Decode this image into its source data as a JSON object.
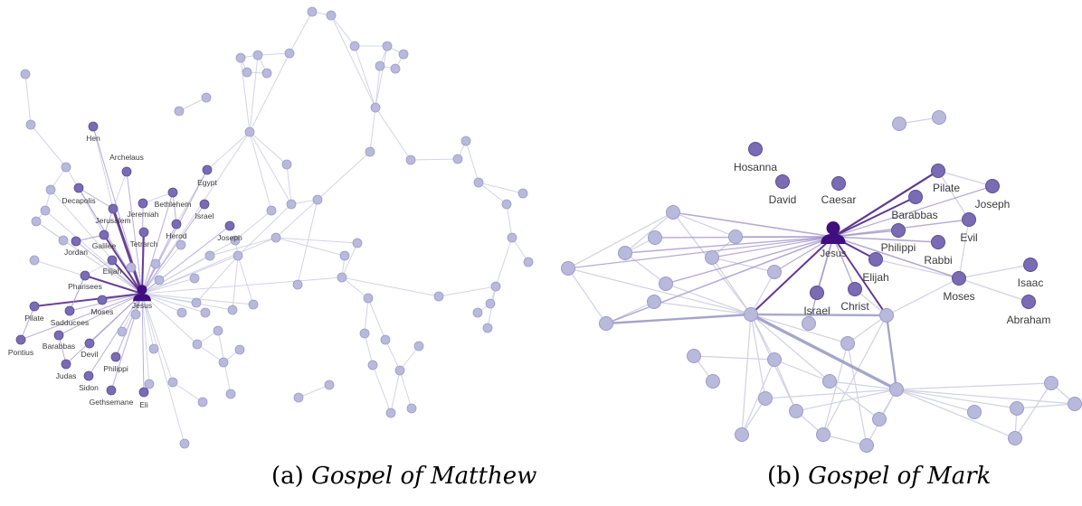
{
  "colors": {
    "background": "#ffffff",
    "node_plain": "#b9b9dc",
    "node_plain_stroke": "#9c9ccb",
    "node_named": "#7a6cb3",
    "node_named_stroke": "#5b4c98",
    "jesus": "#3f0f7f",
    "edge_light": "#cfcfe2",
    "edge_strong": "#5a2d8a"
  },
  "panels": [
    {
      "tag": "(a)",
      "title": "Gospel of Matthew",
      "labels": [
        "Hen",
        "Archelaus",
        "Egypt",
        "Decapolis",
        "Bethlehem",
        "Jeremiah",
        "Israel",
        "Jerusalem",
        "Herod",
        "Joseph",
        "Tetrarch",
        "Galilee",
        "Jordan",
        "Elijah",
        "Pharisees",
        "Jesus",
        "Moses",
        "Pilate",
        "Sadducees",
        "Pontius",
        "Barabbas",
        "Devil",
        "Philippi",
        "Judas",
        "Sidon",
        "Gethsemane",
        "Eli"
      ]
    },
    {
      "tag": "(b)",
      "title": "Gospel of Mark",
      "labels": [
        "Hosanna",
        "David",
        "Caesar",
        "Pilate",
        "Joseph",
        "Barabbas",
        "Evil",
        "Jesus",
        "Philippi",
        "Rabbi",
        "Elijah",
        "Isaac",
        "Moses",
        "Israel",
        "Christ",
        "Abraham"
      ]
    }
  ]
}
